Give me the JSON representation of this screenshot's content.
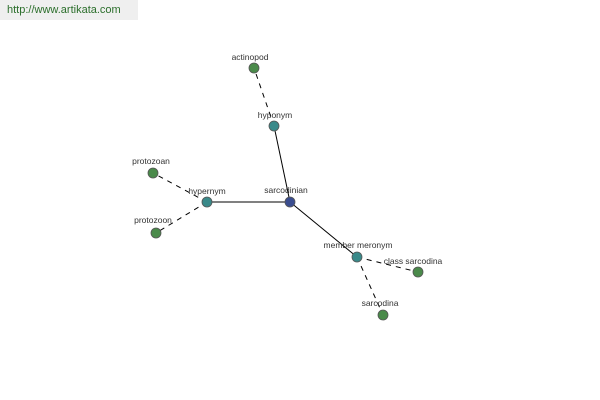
{
  "banner": {
    "url_text": "http://www.artikata.com",
    "text_color": "#2b6e2b"
  },
  "colors": {
    "edge": "#000000",
    "node_stroke": "#555555",
    "label": "#333333",
    "center": "#3a4d8f",
    "relation": "#3a8a8a",
    "leaf": "#4a8a4a"
  },
  "graph": {
    "nodes": [
      {
        "id": "sarcodinian",
        "label": "sarcodinian",
        "kind": "center"
      },
      {
        "id": "hyponym",
        "label": "hyponym",
        "kind": "relation"
      },
      {
        "id": "hypernym",
        "label": "hypernym",
        "kind": "relation"
      },
      {
        "id": "member-meronym",
        "label": "member meronym",
        "kind": "relation"
      },
      {
        "id": "actinopod",
        "label": "actinopod",
        "kind": "leaf"
      },
      {
        "id": "protozoan",
        "label": "protozoan",
        "kind": "leaf"
      },
      {
        "id": "protozoon",
        "label": "protozoon",
        "kind": "leaf"
      },
      {
        "id": "class-sarcodina",
        "label": "class sarcodina",
        "kind": "leaf"
      },
      {
        "id": "sarcodina",
        "label": "sarcodina",
        "kind": "leaf"
      }
    ],
    "edges": [
      {
        "from": "sarcodinian",
        "to": "hyponym",
        "style": "solid"
      },
      {
        "from": "sarcodinian",
        "to": "hypernym",
        "style": "solid"
      },
      {
        "from": "sarcodinian",
        "to": "member-meronym",
        "style": "solid"
      },
      {
        "from": "hyponym",
        "to": "actinopod",
        "style": "dashed"
      },
      {
        "from": "hypernym",
        "to": "protozoan",
        "style": "dashed"
      },
      {
        "from": "hypernym",
        "to": "protozoon",
        "style": "dashed"
      },
      {
        "from": "member-meronym",
        "to": "class-sarcodina",
        "style": "dashed"
      },
      {
        "from": "member-meronym",
        "to": "sarcodina",
        "style": "dashed"
      }
    ]
  }
}
